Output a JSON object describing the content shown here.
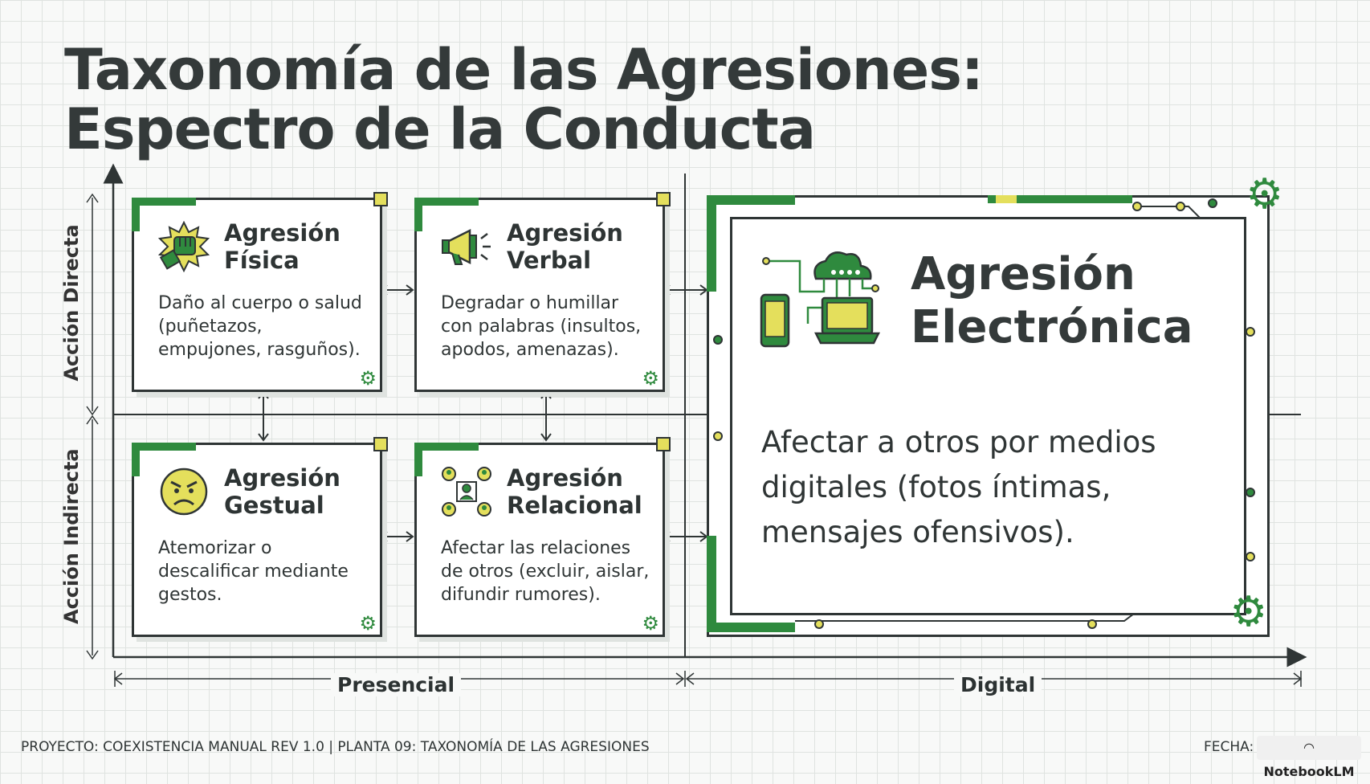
{
  "title": {
    "line1": "Taxonomía de las Agresiones:",
    "line2": "Espectro de la Conducta"
  },
  "axes": {
    "vertical_top": "Acción Directa",
    "vertical_bottom": "Acción Indirecta",
    "horizontal_left": "Presencial",
    "horizontal_right": "Digital"
  },
  "cards": [
    {
      "title": "Agresión\nFísica",
      "description": "Daño al cuerpo o salud (puñetazos, empujones, rasguños).",
      "icon": "fist-icon"
    },
    {
      "title": "Agresión\nVerbal",
      "description": "Degradar o humillar con palabras (insultos, apodos, amenazas).",
      "icon": "megaphone-icon"
    },
    {
      "title": "Agresión\nGestual",
      "description": "Atemorizar o descalificar mediante gestos.",
      "icon": "angry-face-icon"
    },
    {
      "title": "Agresión\nRelacional",
      "description": "Afectar las relaciones de otros (excluir, aislar, difundir rumores).",
      "icon": "network-people-icon"
    }
  ],
  "electronic": {
    "title": "Agresión\nElectrónica",
    "description": "Afectar a otros por medios digitales (fotos íntimas, mensajes ofensivos).",
    "icon": "devices-cloud-icon"
  },
  "footer": {
    "left": "PROYECTO: COEXISTENCIA MANUAL REV 1.0 | PLANTA 09: TAXONOMÍA DE LAS AGRESIONES",
    "right": "FECHA:",
    "badge": "NotebookLM"
  },
  "colors": {
    "green": "#2f8a3e",
    "yellow": "#e4df5c",
    "ink": "#2f3535"
  }
}
